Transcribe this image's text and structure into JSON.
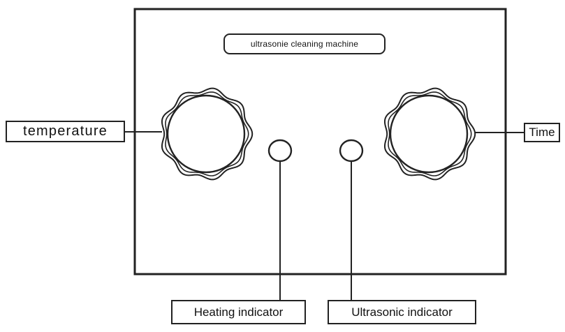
{
  "panel": {
    "title": "ultrasonie cleaning machine"
  },
  "labels": {
    "temperature": "temperature",
    "time": "Time",
    "heating_indicator": "Heating indicator",
    "ultrasonic_indicator": "Ultrasonic indicator"
  },
  "colors": {
    "line": "#222222",
    "background": "#ffffff"
  }
}
